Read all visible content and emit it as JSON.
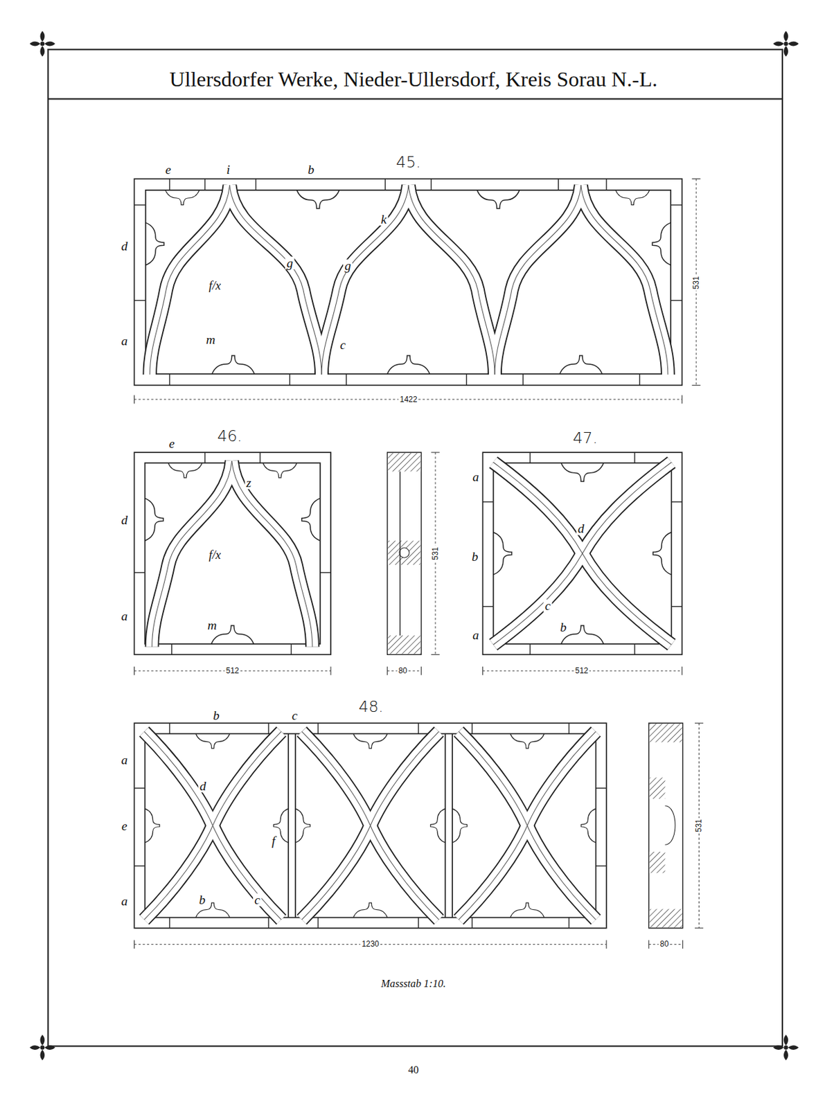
{
  "diagram": {
    "title": "Ullersdorfer Werke, Nieder-Ullersdorf, Kreis Sorau N.-L.",
    "caption": "Massstab 1:10.",
    "labels": [
      "45.",
      "e",
      "i",
      "b",
      "k",
      "d",
      "g",
      "g",
      "f/x",
      "a",
      "m",
      "c",
      "531",
      "1422",
      "46.",
      "e",
      "z",
      "d",
      "f/x",
      "a",
      "m",
      "512",
      "531",
      "80",
      "47.",
      "a",
      "d",
      "b",
      "c",
      "a",
      "b",
      "512",
      "48.",
      "b",
      "c",
      "a",
      "d",
      "e",
      "f",
      "a",
      "b",
      "c",
      "1230",
      "531",
      "80",
      "40"
    ]
  }
}
